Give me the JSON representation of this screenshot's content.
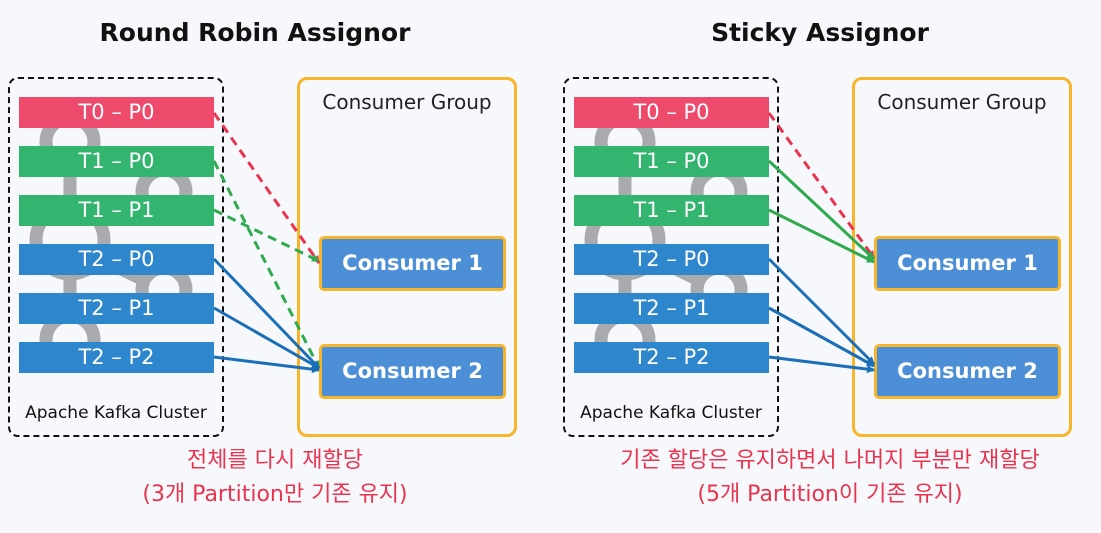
{
  "panels": [
    {
      "title": "Round Robin Assignor",
      "cluster_label": "Apache Kafka Cluster",
      "group_label": "Consumer Group",
      "partitions": [
        "T0 – P0",
        "T1 – P0",
        "T1 – P1",
        "T2 – P0",
        "T2 – P1",
        "T2 – P2"
      ],
      "consumers": [
        "Consumer 1",
        "Consumer 2"
      ],
      "caption_line1": "전체를 다시 재할당",
      "caption_line2": "(3개 Partition만 기존 유지)"
    },
    {
      "title": "Sticky Assignor",
      "cluster_label": "Apache Kafka Cluster",
      "group_label": "Consumer Group",
      "partitions": [
        "T0 – P0",
        "T1 – P0",
        "T1 – P1",
        "T2 – P0",
        "T2 – P1",
        "T2 – P2"
      ],
      "consumers": [
        "Consumer 1",
        "Consumer 2"
      ],
      "caption_line1": "기존 할당은 유지하면서 나머지 부분만 재할당",
      "caption_line2": "(5개 Partition이 기존 유지)"
    }
  ],
  "colors": {
    "topic0": "#ee4a6c",
    "topic1": "#33b56f",
    "topic2": "#2e86cc",
    "group_border": "#f7b52a",
    "caption": "#e8344f"
  }
}
